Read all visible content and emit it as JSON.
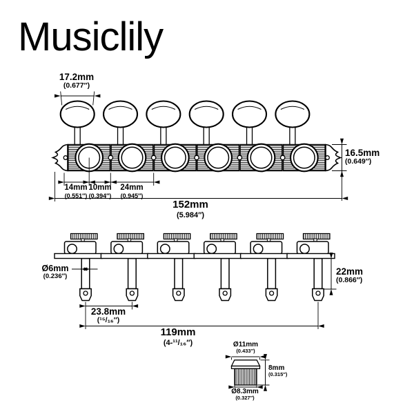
{
  "brand": "Musiclily",
  "colors": {
    "ink": "#000000",
    "background": "#ffffff"
  },
  "top_view": {
    "button_width": {
      "mm": "17.2mm",
      "in": "(0.677″)"
    },
    "plate_height": {
      "mm": "16.5mm",
      "in": "(0.649″)"
    },
    "edge_to_post": {
      "mm": "14mm",
      "in": "(0.551″)"
    },
    "post_to_screw": {
      "mm": "10mm",
      "in": "(0.394″)"
    },
    "post_spacing": {
      "mm": "24mm",
      "in": "(0.945″)"
    },
    "total_length": {
      "mm": "152mm",
      "in": "(5.984″)"
    }
  },
  "side_view": {
    "post_diameter": {
      "mm": "Ø6mm",
      "in": "(0.236″)"
    },
    "post_length": {
      "mm": "22mm",
      "in": "(0.866″)"
    },
    "post_pitch": {
      "mm": "23.8mm",
      "in": "(¹⁵/₁₆″)"
    },
    "first_to_last": {
      "mm": "119mm",
      "in": "(4-¹¹/₁₆″)"
    }
  },
  "bushing": {
    "head_diameter": {
      "mm": "Ø11mm",
      "in": "(0.433″)"
    },
    "height": {
      "mm": "8mm",
      "in": "(0.315″)"
    },
    "body_diameter": {
      "mm": "Ø8.3mm",
      "in": "(0.327″)"
    }
  }
}
